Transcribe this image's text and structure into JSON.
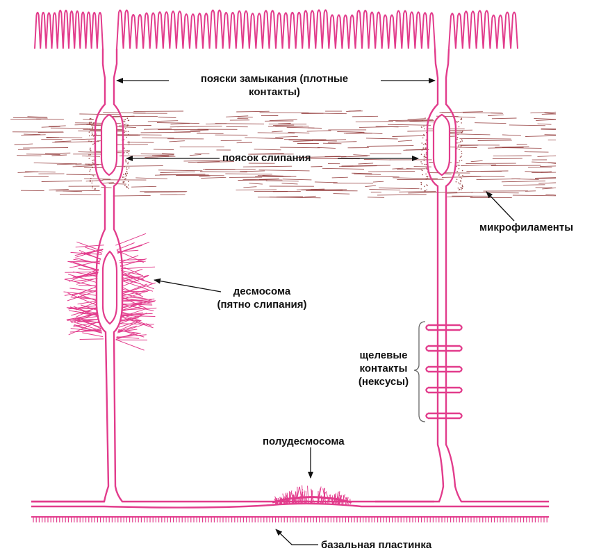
{
  "labels": {
    "tight_junctions_1": "пояски замыкания (плотные",
    "tight_junctions_2": "контакты)",
    "adhesion_belt": "поясок слипания",
    "microfilaments": "микрофиламенты",
    "desmosome_1": "десмосома",
    "desmosome_2": "(пятно слипания)",
    "gap_1": "щелевые",
    "gap_2": "контакты",
    "gap_3": "(нексусы)",
    "hemidesmosome": "полудесмосома",
    "basal_lamina": "базальная пластинка"
  },
  "colors": {
    "membrane": "#e23c8c",
    "filaments": "#8a2a2a",
    "ink": "#111111",
    "bracket": "#666666"
  }
}
